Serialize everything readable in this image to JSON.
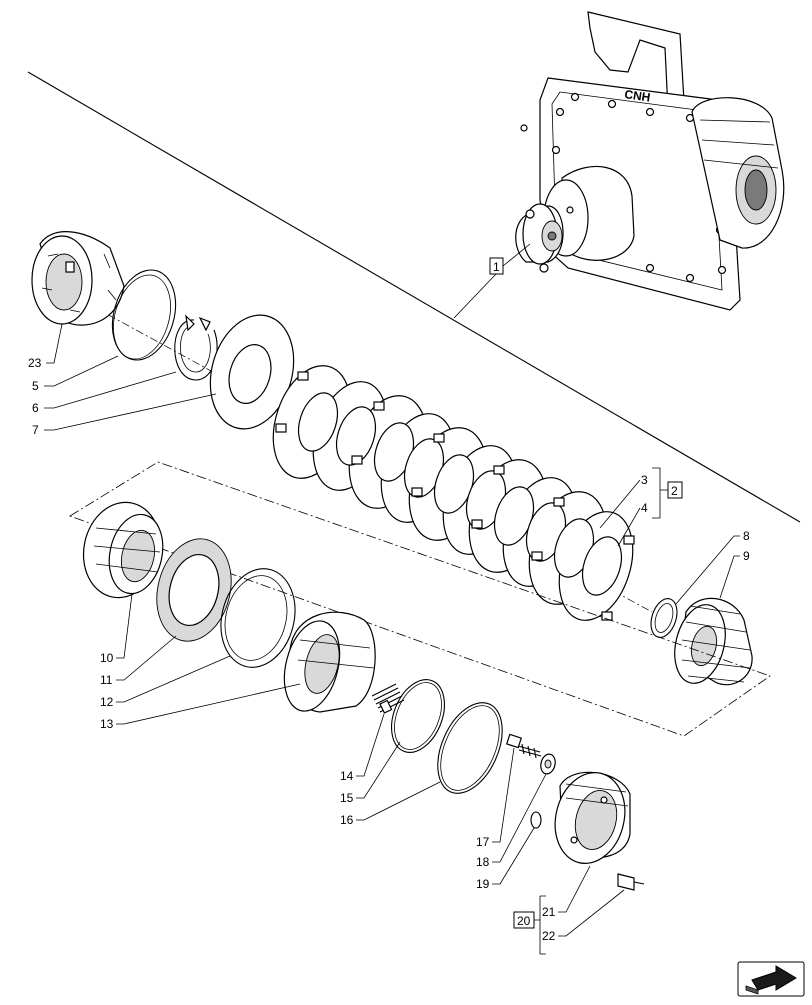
{
  "diagram": {
    "assembly_ref": "1",
    "group_clutch_pack": "2",
    "group_piston": "20",
    "callouts": {
      "c23": "23",
      "c5": "5",
      "c6": "6",
      "c7": "7",
      "c3": "3",
      "c4": "4",
      "c8": "8",
      "c9": "9",
      "c10": "10",
      "c11": "11",
      "c12": "12",
      "c13": "13",
      "c14": "14",
      "c15": "15",
      "c16": "16",
      "c17": "17",
      "c18": "18",
      "c19": "19",
      "c21": "21",
      "c22": "22"
    },
    "housing_logo": "CNH"
  },
  "navigation": {
    "icon": "next-page-arrow-icon"
  }
}
